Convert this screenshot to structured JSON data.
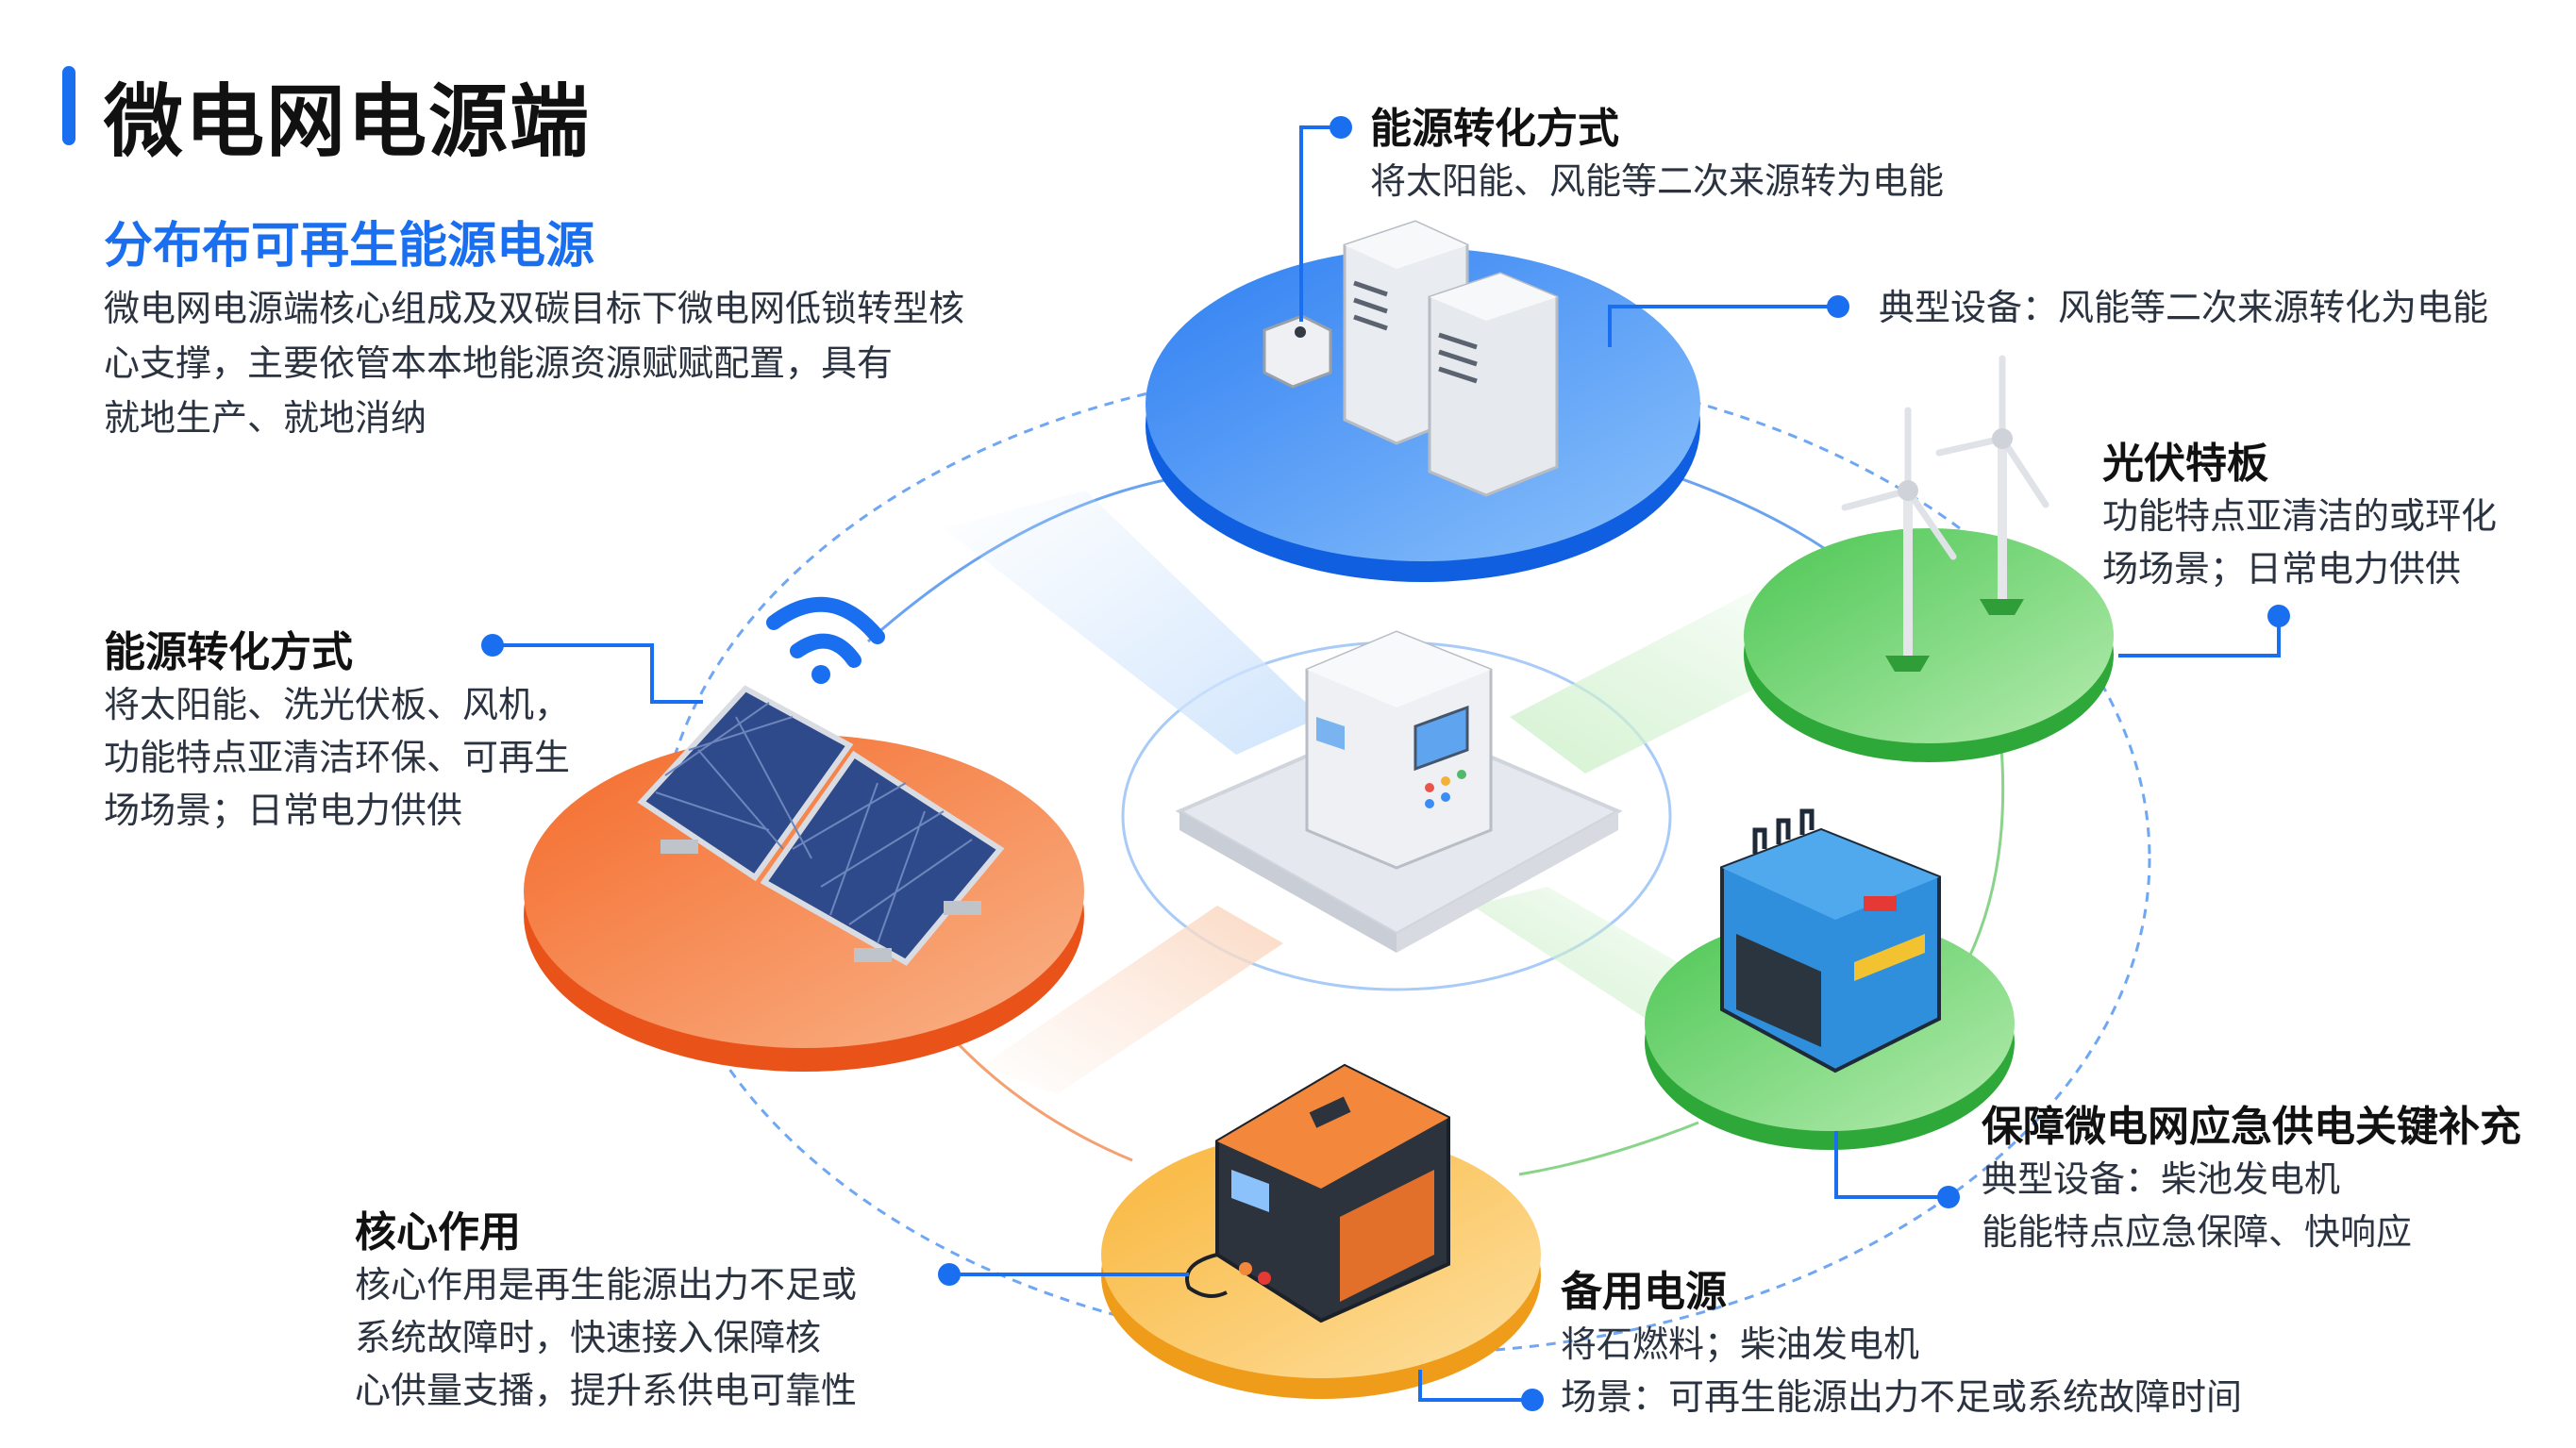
{
  "header": {
    "title": "微电网电源端",
    "subtitle": "分布布可再生能源电源",
    "description_lines": [
      "微电网电源端核心组成及双碳目标下微电网低锁转型核",
      "心支撑，主要依管本本地能源资源赋赋配置，具有",
      "就地生产、就地消纳"
    ]
  },
  "callouts": {
    "left_solar": {
      "heading": "能源转化方式",
      "lines": [
        "将太阳能、洗光伏板、风机，",
        "功能特点亚清洁环保、可再生",
        "场场景；日常电力供供"
      ]
    },
    "top_conversion": {
      "heading": "能源转化方式",
      "lines": [
        "将太阳能、风能等二次来源转为电能"
      ]
    },
    "top_device": {
      "lines": [
        "典型设备：风能等二次来源转化为电能"
      ]
    },
    "wind": {
      "heading": "光伏特板",
      "lines": [
        "功能特点亚清洁的或玶化",
        "场场景；日常电力供供"
      ]
    },
    "generator": {
      "heading": "保障微电网应急供电关键补充",
      "lines": [
        "典型设备：柴池发电机",
        "能能特点应急保障、快响应"
      ]
    },
    "core": {
      "heading": "核心作用",
      "lines": [
        "核心作用是再生能源出力不足或",
        "系统故障时，快速接入保障核",
        "心供量支播，提升系供电可靠性"
      ]
    },
    "backup": {
      "heading": "备用电源",
      "lines": [
        "将石燃料；柴油发电机",
        "场景：可再生能源出力不足或系统故障时间"
      ]
    }
  },
  "colors": {
    "accent": "#1a6ff0",
    "blue_disc": "#3b8cf5",
    "orange_disc": "#f77a3a",
    "green_disc": "#5fcf62",
    "yellow_disc": "#fbc552"
  }
}
